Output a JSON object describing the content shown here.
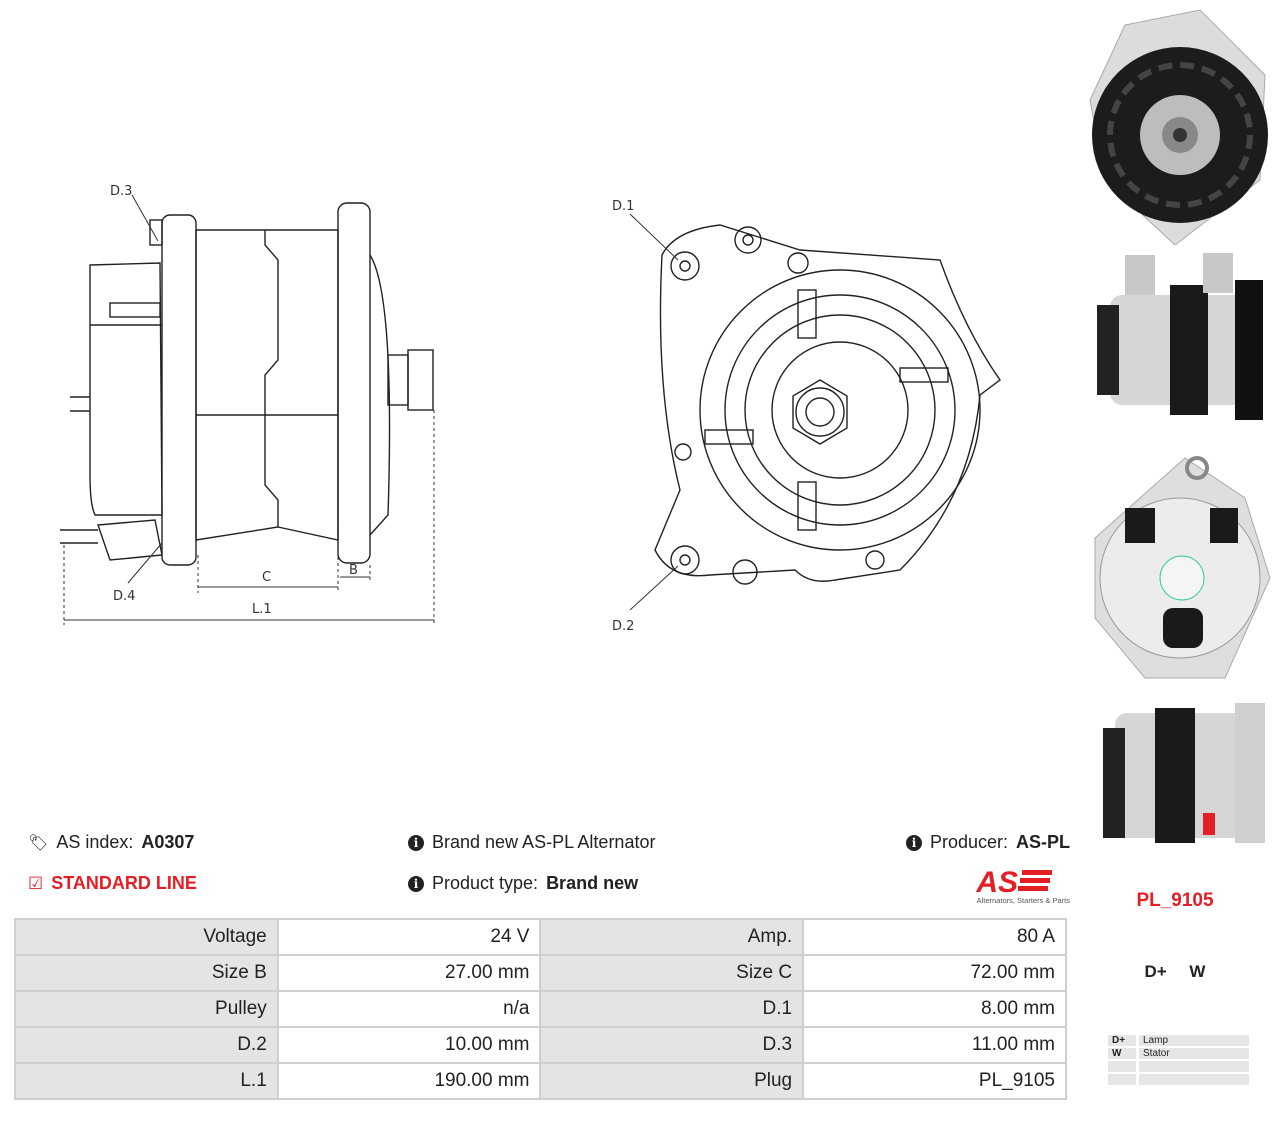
{
  "diagram_labels": {
    "d1": "D.1",
    "d2": "D.2",
    "d3": "D.3",
    "d4": "D.4",
    "b": "B",
    "c": "C",
    "l1": "L.1"
  },
  "info": {
    "as_index_label": "AS index:",
    "as_index_value": "A0307",
    "standard_line": "STANDARD LINE",
    "brand_new": "Brand new AS-PL Alternator",
    "product_type_label": "Product type:",
    "product_type_value": "Brand new",
    "producer_label": "Producer:",
    "producer_value": "AS-PL"
  },
  "logo": {
    "text": "AS",
    "tagline": "Alternators, Starters & Parts",
    "color": "#e31e24"
  },
  "plug_code": "PL_9105",
  "terminals": "D+ W",
  "legend": [
    {
      "key": "D+",
      "value": "Lamp"
    },
    {
      "key": "W",
      "value": "Stator"
    },
    {
      "key": "",
      "value": ""
    },
    {
      "key": "",
      "value": ""
    }
  ],
  "specs": [
    {
      "label1": "Voltage",
      "value1": "24 V",
      "label2": "Amp.",
      "value2": "80 A"
    },
    {
      "label1": "Size B",
      "value1": "27.00 mm",
      "label2": "Size C",
      "value2": "72.00 mm"
    },
    {
      "label1": "Pulley",
      "value1": "n/a",
      "label2": "D.1",
      "value2": "8.00 mm"
    },
    {
      "label1": "D.2",
      "value1": "10.00 mm",
      "label2": "D.3",
      "value2": "11.00 mm"
    },
    {
      "label1": "L.1",
      "value1": "190.00 mm",
      "label2": "Plug",
      "value2": "PL_9105"
    }
  ]
}
